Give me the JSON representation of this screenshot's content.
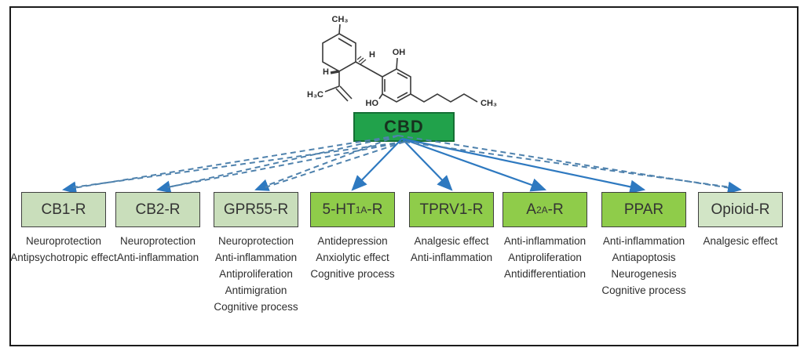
{
  "compound": {
    "name": "CBD",
    "box_color": "#21a24b",
    "structure_labels": {
      "methyl_top": "CH₃",
      "stereo_h_right": "H",
      "stereo_h_left": "H",
      "hydroxyl_top": "OH",
      "hydroxyl_bottom": "HO",
      "isopropenyl_methyl": "H₃C",
      "pentyl_terminal": "CH₃"
    }
  },
  "receptors": [
    {
      "name": "cb1-r",
      "label_parts": [
        {
          "t": "CB1-R"
        }
      ],
      "link_style": "dashed",
      "fill": "#c9debb",
      "effects": [
        "Neuroprotection",
        "Antipsychotropic effect"
      ]
    },
    {
      "name": "cb2-r",
      "label_parts": [
        {
          "t": "CB2-R"
        }
      ],
      "link_style": "dashed",
      "fill": "#c9debb",
      "effects": [
        "Neuroprotection",
        "Anti-inflammation"
      ]
    },
    {
      "name": "gpr55-r",
      "label_parts": [
        {
          "t": "GPR55-R"
        }
      ],
      "link_style": "dashed",
      "fill": "#c9debb",
      "effects": [
        "Neuroprotection",
        "Anti-inflammation",
        "Antiproliferation",
        "Antimigration",
        "Cognitive process"
      ]
    },
    {
      "name": "5-ht1a-r",
      "label_parts": [
        {
          "t": "5-HT"
        },
        {
          "t": "1A",
          "sub": true
        },
        {
          "t": "-R"
        }
      ],
      "link_style": "solid",
      "fill": "#8fcc4a",
      "effects": [
        "Antidepression",
        "Anxiolytic effect",
        "Cognitive process"
      ]
    },
    {
      "name": "tprv1-r",
      "label_parts": [
        {
          "t": "TPRV1-R"
        }
      ],
      "link_style": "solid",
      "fill": "#8fcc4a",
      "effects": [
        "Analgesic effect",
        "Anti-inflammation"
      ]
    },
    {
      "name": "a2a-r",
      "label_parts": [
        {
          "t": "A"
        },
        {
          "t": "2A",
          "sub": true
        },
        {
          "t": "-R"
        }
      ],
      "link_style": "solid",
      "fill": "#8fcc4a",
      "effects": [
        "Anti-inflammation",
        "Antiproliferation",
        "Antidifferentiation"
      ]
    },
    {
      "name": "ppar",
      "label_parts": [
        {
          "t": "PPAR"
        }
      ],
      "link_style": "solid",
      "fill": "#8fcc4a",
      "effects": [
        "Anti-inflammation",
        "Antiapoptosis",
        "Neurogenesis",
        "Cognitive process"
      ]
    },
    {
      "name": "opioid-r",
      "label_parts": [
        {
          "t": "Opioid-R"
        }
      ],
      "link_style": "dashed",
      "fill": "#d2e5c6",
      "effects": [
        "Analgesic effect"
      ]
    }
  ],
  "colors": {
    "arrow_solid": "#2e79c0",
    "arrow_dashed": "#4f82ad",
    "frame_border": "#1b1b1b",
    "structure_stroke": "#3a3a3a"
  }
}
